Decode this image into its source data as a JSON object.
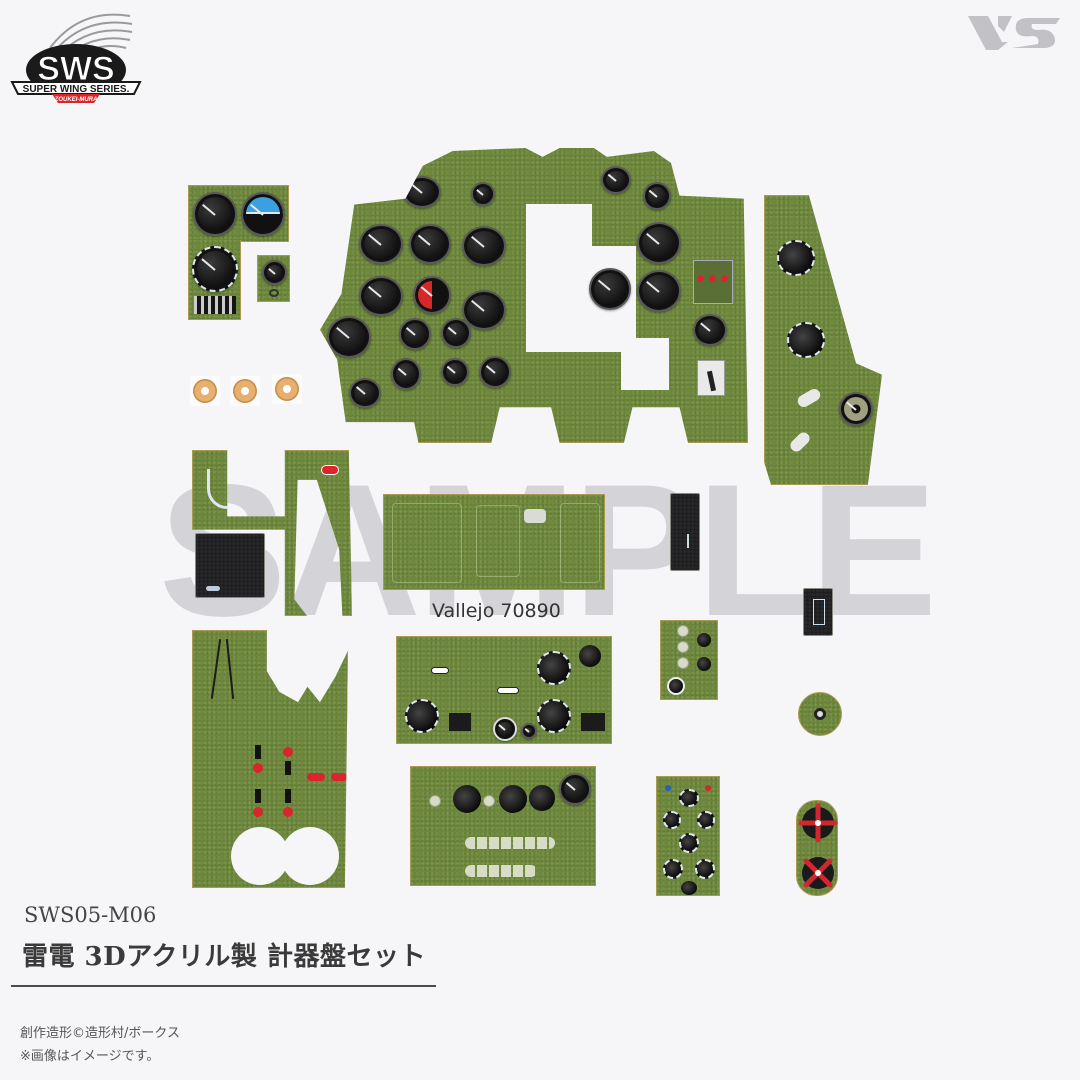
{
  "branding": {
    "sws_logo": {
      "icon": "sws-winged-logo",
      "wordmark": "SWS",
      "tagline": "SUPER WING SERIES.",
      "subtag": "ZOUKEI-MURA",
      "colors": {
        "primary": "#1a1a1a",
        "accent": "#d9262b"
      }
    },
    "vs_logo": {
      "icon": "vs-logo",
      "text": "VS",
      "color": "#c2c2c6"
    }
  },
  "watermark": {
    "text": "SAMPLE",
    "color": "#d4d4d8"
  },
  "image_content": {
    "subject": "Raiden 3D acrylic instrument panel set parts",
    "panel_color": "#6f8a3d",
    "parts": [
      "main-instrument-panel",
      "left-sub-panel",
      "small-gauge-panel",
      "copper-bezel-x3",
      "right-side-console",
      "left-frame-piece-with-cable",
      "black-box-plate",
      "green-plate-large",
      "black-narrow-plate-1",
      "black-narrow-plate-2",
      "radio-control-panel",
      "small-switch-panel",
      "round-cap",
      "left-switch-panel-with-double-hole",
      "electrical-panel",
      "engine-control-panel",
      "red-handwheels"
    ]
  },
  "paint_reference": {
    "label": "Vallejo 70890"
  },
  "product": {
    "code": "SWS05-M06",
    "title": "雷電 3Dアクリル製 計器盤セット"
  },
  "footer": {
    "credit": "創作造形©造形村/ボークス",
    "disclaimer": "※画像はイメージです。"
  }
}
